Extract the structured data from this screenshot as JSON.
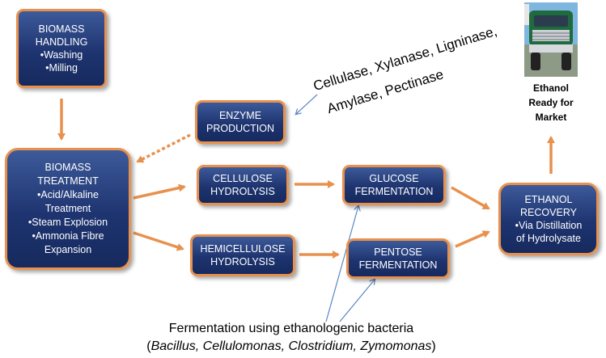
{
  "boxes": {
    "biomass_handling": [
      "BIOMASS",
      "HANDLING",
      "•Washing",
      "•Milling"
    ],
    "enzyme_production": [
      "ENZYME",
      "PRODUCTION"
    ],
    "biomass_treatment": [
      "BIOMASS",
      "TREATMENT",
      "•Acid/Alkaline",
      "Treatment",
      "•Steam Explosion",
      "•Ammonia Fibre",
      "Expansion"
    ],
    "cellulose_hydrolysis": [
      "CELLULOSE",
      "HYDROLYSIS"
    ],
    "hemicellulose_hydrolysis": [
      "HEMICELLULOSE",
      "HYDROLYSIS"
    ],
    "glucose_fermentation": [
      "GLUCOSE",
      "FERMENTATION"
    ],
    "pentose_fermentation": [
      "PENTOSE",
      "FERMENTATION"
    ],
    "ethanol_recovery": [
      "ETHANOL",
      "RECOVERY",
      "•Via Distillation",
      "of Hydrolysate"
    ]
  },
  "enzymes": [
    "Cellulase, Xylanase, Ligninase,",
    "Amylase, Pectinase"
  ],
  "market_caption": [
    "Ethanol",
    "Ready for",
    "Market"
  ],
  "fermentation_note": {
    "line1": "Fermentation using ethanologenic bacteria",
    "open": "(",
    "organisms": "Bacillus, Cellulomonas, Clostridium, Zymomonas",
    "close": ")"
  },
  "colors": {
    "box_fill": "#1e3470",
    "box_border": "#e8914e",
    "arrow": "#e8914e",
    "pointer": "#5a86c4"
  },
  "icons": {
    "truck": "truck-icon"
  }
}
